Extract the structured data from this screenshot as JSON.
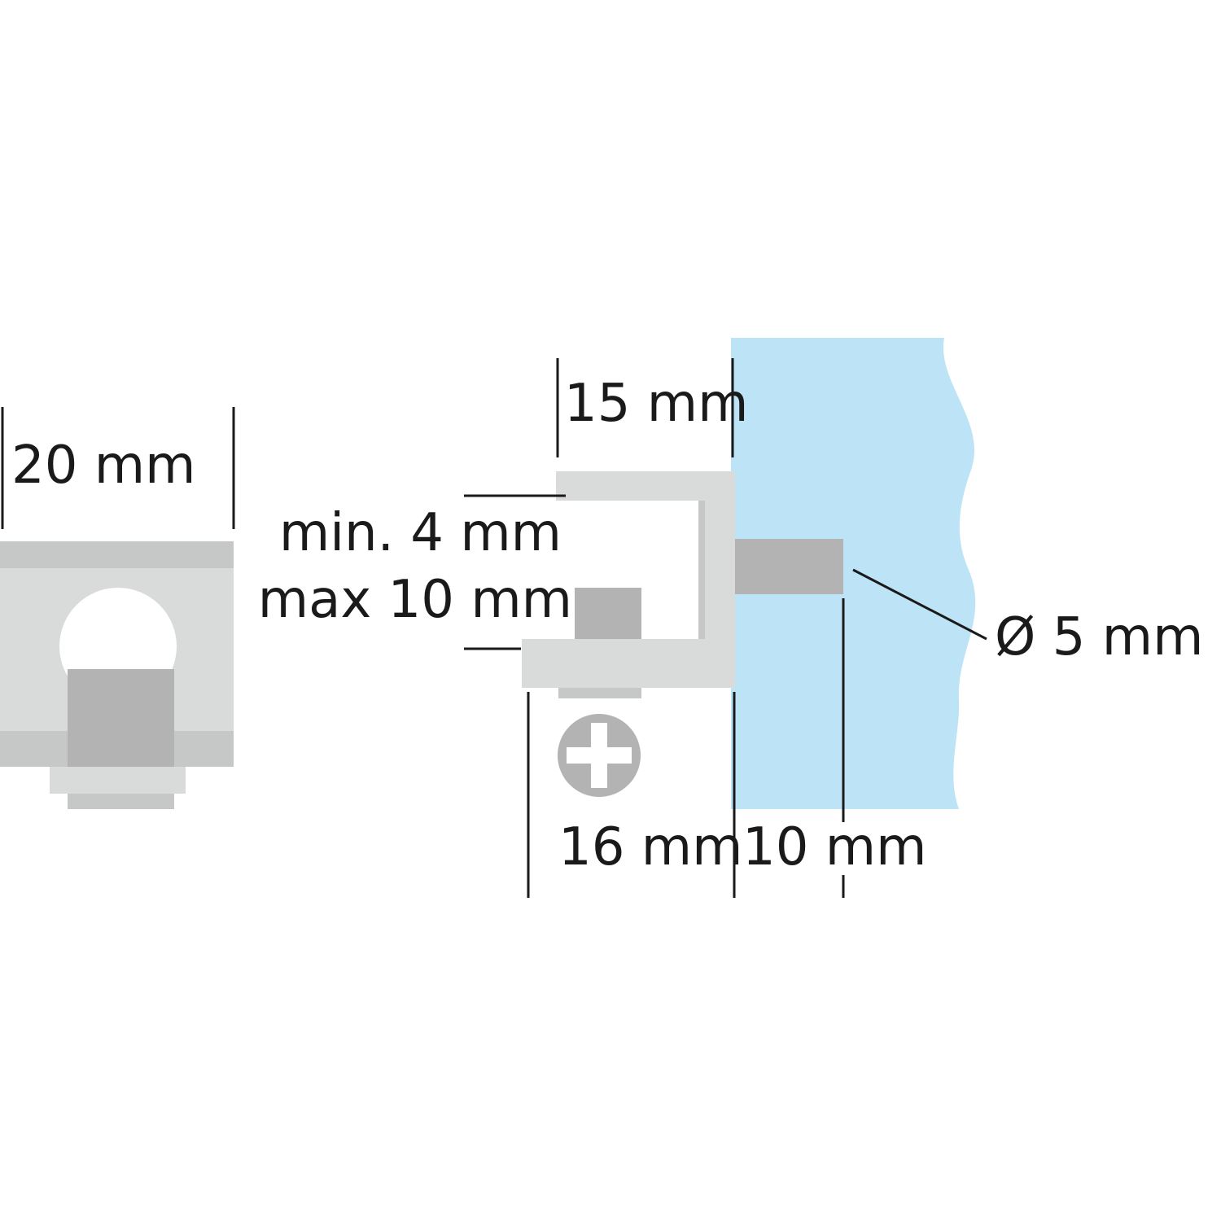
{
  "colors": {
    "background": "#ffffff",
    "bracket_light": "#d9dbda",
    "bracket_mid": "#c6c8c8",
    "part_dark": "#b3b3b3",
    "glass": "#bde3f6",
    "line": "#1a1a1a"
  },
  "front_view": {
    "width_label": "20 mm"
  },
  "side_view": {
    "top_width_label": "15 mm",
    "thickness_min_label": "min. 4 mm",
    "thickness_max_label": "max 10 mm",
    "pin_diameter_label": "Ø 5 mm",
    "bracket_depth_label": "16 mm",
    "pin_depth_label": "10 mm",
    "screw_icon": "phillips-screw-head-icon",
    "glass_panel": "glass-panel"
  }
}
